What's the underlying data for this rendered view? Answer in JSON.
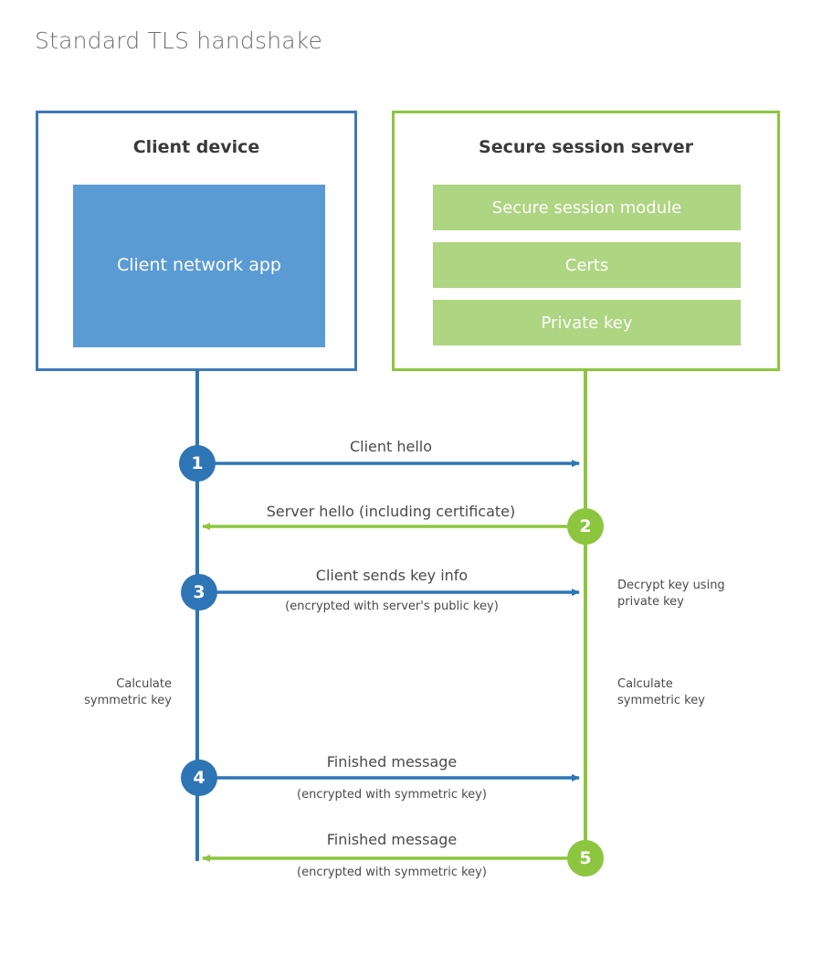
{
  "page": {
    "title": "Standard TLS handshake",
    "background_color": "#ffffff"
  },
  "colors": {
    "client_blue": "#2e75b6",
    "client_box_border": "#3c79ba",
    "client_app_fill": "#5b9bd4",
    "server_green": "#8cc63e",
    "server_bar_fill": "#aed581",
    "text_dark": "#3a3a3a",
    "text_body": "#4a4a4a",
    "title_gray": "#6e6e6e"
  },
  "parties": {
    "client": {
      "title": "Client device",
      "app_label": "Client network app"
    },
    "server": {
      "title": "Secure session server",
      "modules": [
        "Secure session module",
        "Certs",
        "Private key"
      ]
    }
  },
  "steps": [
    {
      "number": "1",
      "label": "Client hello",
      "sublabel": "",
      "direction": "client-to-server",
      "color": "blue"
    },
    {
      "number": "2",
      "label": "Server hello (including certificate)",
      "sublabel": "",
      "direction": "server-to-client",
      "color": "green"
    },
    {
      "number": "3",
      "label": "Client sends key info",
      "sublabel": "(encrypted with server's public key)",
      "direction": "client-to-server",
      "color": "blue"
    },
    {
      "number": "4",
      "label": "Finished message",
      "sublabel": "(encrypted with symmetric key)",
      "direction": "client-to-server",
      "color": "blue"
    },
    {
      "number": "5",
      "label": "Finished message",
      "sublabel": "(encrypted with symmetric key)",
      "direction": "server-to-client",
      "color": "green"
    }
  ],
  "notes": {
    "decrypt_key": {
      "line1": "Decrypt key using",
      "line2": "private key"
    },
    "client_calc": {
      "line1": "Calculate",
      "line2": "symmetric key"
    },
    "server_calc": {
      "line1": "Calculate",
      "line2": "symmetric key"
    }
  }
}
